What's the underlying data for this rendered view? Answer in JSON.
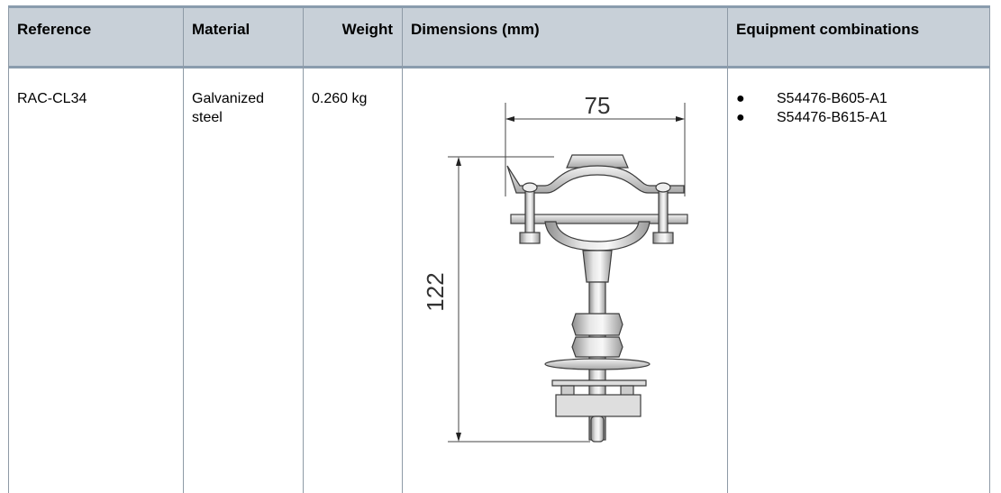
{
  "table": {
    "headers": {
      "reference": "Reference",
      "material": "Material",
      "weight": "Weight",
      "dimensions": "Dimensions (mm)",
      "equipment": "Equipment combinations"
    },
    "rows": [
      {
        "reference": "RAC-CL34",
        "material": "Galvanized steel",
        "weight": "0.260 kg",
        "dimension_width": "75",
        "dimension_height": "122",
        "equipment": [
          "S54476-B605-A1",
          "S54476-B615-A1"
        ]
      }
    ]
  }
}
